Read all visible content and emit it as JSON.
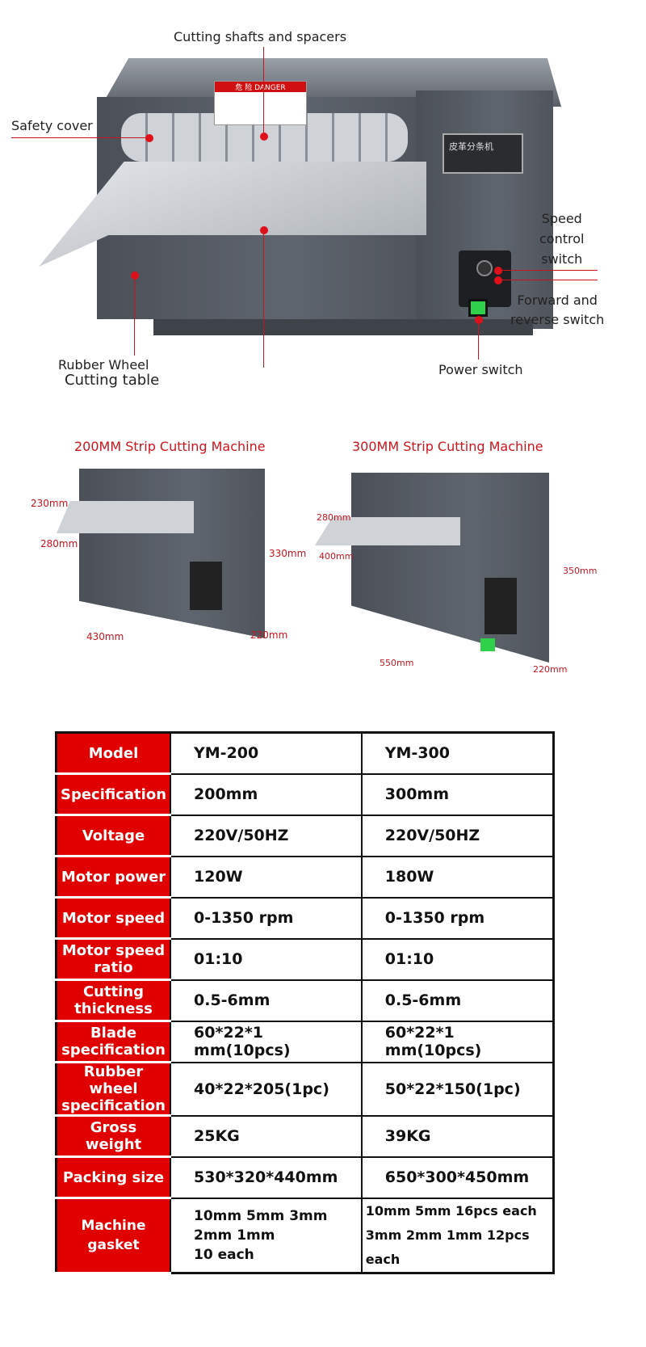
{
  "overview": {
    "callouts": {
      "shafts": "Cutting shafts and spacers",
      "cover": "Safety cover",
      "speed": [
        "Speed",
        "control",
        "switch"
      ],
      "forward": [
        "Forward and",
        "reverse switch"
      ],
      "rubber": "Rubber Wheel",
      "table": "Cutting table",
      "power": "Power switch"
    },
    "danger_sign": "危 险 DANGER",
    "nameplate": "皮革分条机"
  },
  "models": [
    {
      "title": "200MM Strip Cutting Machine",
      "dims": [
        "230mm",
        "280mm",
        "330mm",
        "430mm",
        "220mm"
      ]
    },
    {
      "title": "300MM Strip Cutting Machine",
      "dims": [
        "280mm",
        "400mm",
        "350mm",
        "550mm",
        "220mm"
      ]
    }
  ],
  "specs": {
    "rows": [
      {
        "label": "Model",
        "a": "YM-200",
        "b": "YM-300"
      },
      {
        "label": "Specification",
        "a": "200mm",
        "b": "300mm"
      },
      {
        "label": "Voltage",
        "a": "220V/50HZ",
        "b": "220V/50HZ"
      },
      {
        "label": "Motor power",
        "a": "120W",
        "b": "180W"
      },
      {
        "label": "Motor speed",
        "a": "0-1350 rpm",
        "b": "0-1350 rpm"
      },
      {
        "label": "Motor speed ratio",
        "a": "01:10",
        "b": "01:10"
      },
      {
        "label": "Cutting thickness",
        "a": "0.5-6mm",
        "b": "0.5-6mm"
      },
      {
        "label": "Blade specification",
        "a": "60*22*1 mm(10pcs)",
        "b": "60*22*1 mm(10pcs)"
      },
      {
        "label": "Rubber wheel specification",
        "a": "40*22*205(1pc)",
        "b": "50*22*150(1pc)"
      },
      {
        "label": "Gross weight",
        "a": "25KG",
        "b": "39KG"
      },
      {
        "label": "Packing size",
        "a": "530*320*440mm",
        "b": "650*300*450mm"
      }
    ],
    "gasket": {
      "label": "Machine gasket",
      "a": [
        "10mm 5mm 3mm",
        "2mm 1mm",
        "10 each"
      ],
      "b": [
        "10mm 5mm 16pcs each",
        "3mm 2mm 1mm 12pcs each"
      ]
    }
  }
}
